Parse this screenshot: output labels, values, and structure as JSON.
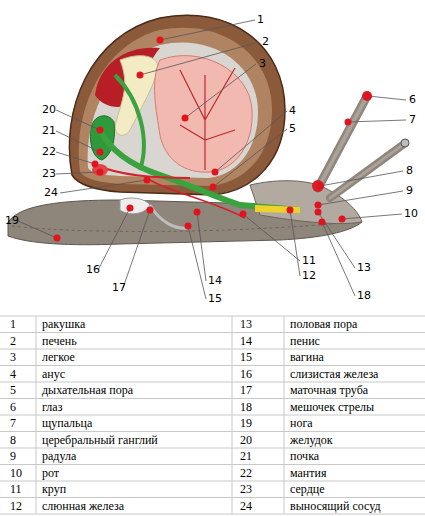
{
  "diagram": {
    "labels": [
      "1",
      "2",
      "3",
      "4",
      "5",
      "6",
      "7",
      "8",
      "9",
      "10",
      "11",
      "12",
      "13",
      "14",
      "15",
      "16",
      "17",
      "18",
      "19",
      "20",
      "21",
      "22",
      "23",
      "24",
      "1",
      "ракушка",
      "13",
      "половая пора",
      "2",
      "печень",
      "14",
      "пенис",
      "3",
      "легкое",
      "15",
      "вагина",
      "4",
      "анус",
      "16",
      "слизистая железа",
      "5",
      "дыхательная пора",
      "17",
      "маточная труба",
      "6",
      "глаз",
      "18",
      "мешочек стрелы",
      "7",
      "щупальца",
      "19",
      "нога",
      "8",
      "церебральный ганглий",
      "20",
      "желудок",
      "9",
      "радула",
      "21",
      "почка",
      "10",
      "рот",
      "22",
      "мантия",
      "11",
      "круп",
      "23",
      "сердце",
      "12",
      "слюнная железа",
      "24",
      "выносящий сосуд"
    ]
  }
}
